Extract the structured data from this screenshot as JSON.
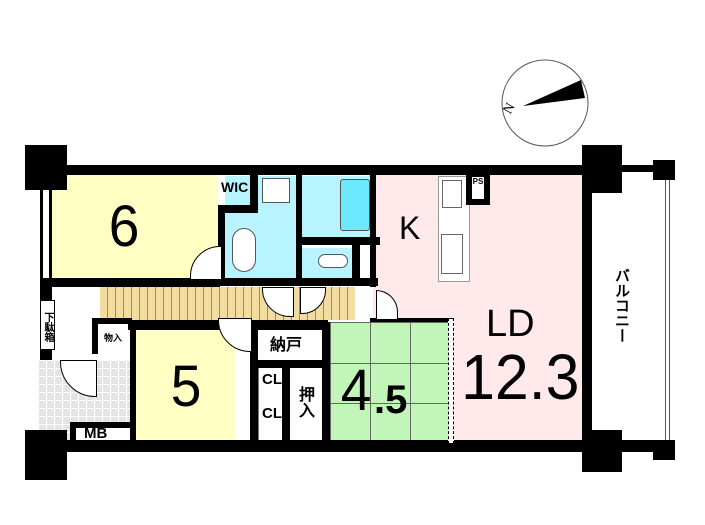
{
  "compass": {
    "label": "N"
  },
  "rooms": {
    "western1": {
      "size": "6"
    },
    "wic": {
      "label": "WIC"
    },
    "kitchen": {
      "label": "K"
    },
    "ps": {
      "label": "PS"
    },
    "ld": {
      "label": "LD",
      "size": "12.3"
    },
    "western2": {
      "size": "5"
    },
    "tatami": {
      "size_int": "4",
      "size_dec": ".5"
    },
    "nando": {
      "label": "納戸"
    },
    "closet1": {
      "label": "CL"
    },
    "closet2": {
      "label": "CL"
    },
    "oshiire": {
      "label": "押入"
    },
    "getabako": {
      "label": "下駄箱"
    },
    "monoire": {
      "label": "物入"
    },
    "mb": {
      "label": "MB"
    },
    "balcony": {
      "label": "バルコニー"
    }
  }
}
